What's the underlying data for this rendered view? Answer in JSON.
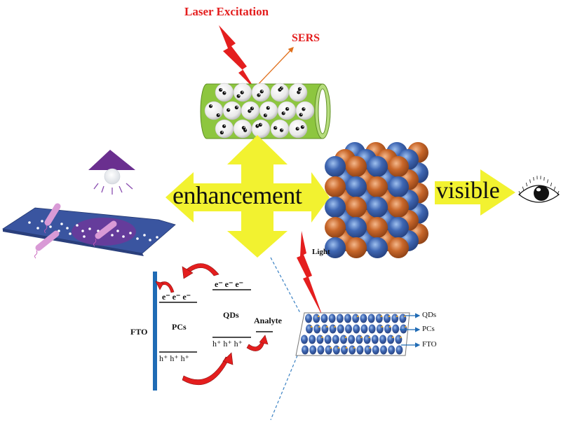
{
  "title_labels": {
    "laser_excitation": "Laser Excitation",
    "sers": "SERS",
    "enhancement": "enhancement",
    "visible": "visible",
    "light": "Light"
  },
  "energy_diagram": {
    "fto": "FTO",
    "pcs": "PCs",
    "qds": "QDs",
    "analyte": "Analyte",
    "pcs_electrons": "e⁻ e⁻ e⁻",
    "qds_electrons": "e⁻ e⁻ e⁻",
    "pcs_holes": "h⁺ h⁺ h⁺",
    "qds_holes": "h⁺ h⁺ h⁺"
  },
  "layer_stack": {
    "labels": [
      "QDs",
      "PCs",
      "FTO"
    ]
  },
  "colors": {
    "arrow_yellow": "#f2f230",
    "laser_red": "#e41e1e",
    "tube_green": "#8dc63f",
    "sphere_blue": "#3a5fa8",
    "sphere_orange": "#c8672a",
    "substrate_blue": "#3a55a0",
    "lamp_purple": "#6a2f8f",
    "fto_blue": "#1f6bb5",
    "dash_blue": "#3b82c4"
  },
  "icons": {
    "eye": "eye-icon",
    "lamp": "lamp-icon",
    "laser": "lightning-bolt-icon"
  }
}
